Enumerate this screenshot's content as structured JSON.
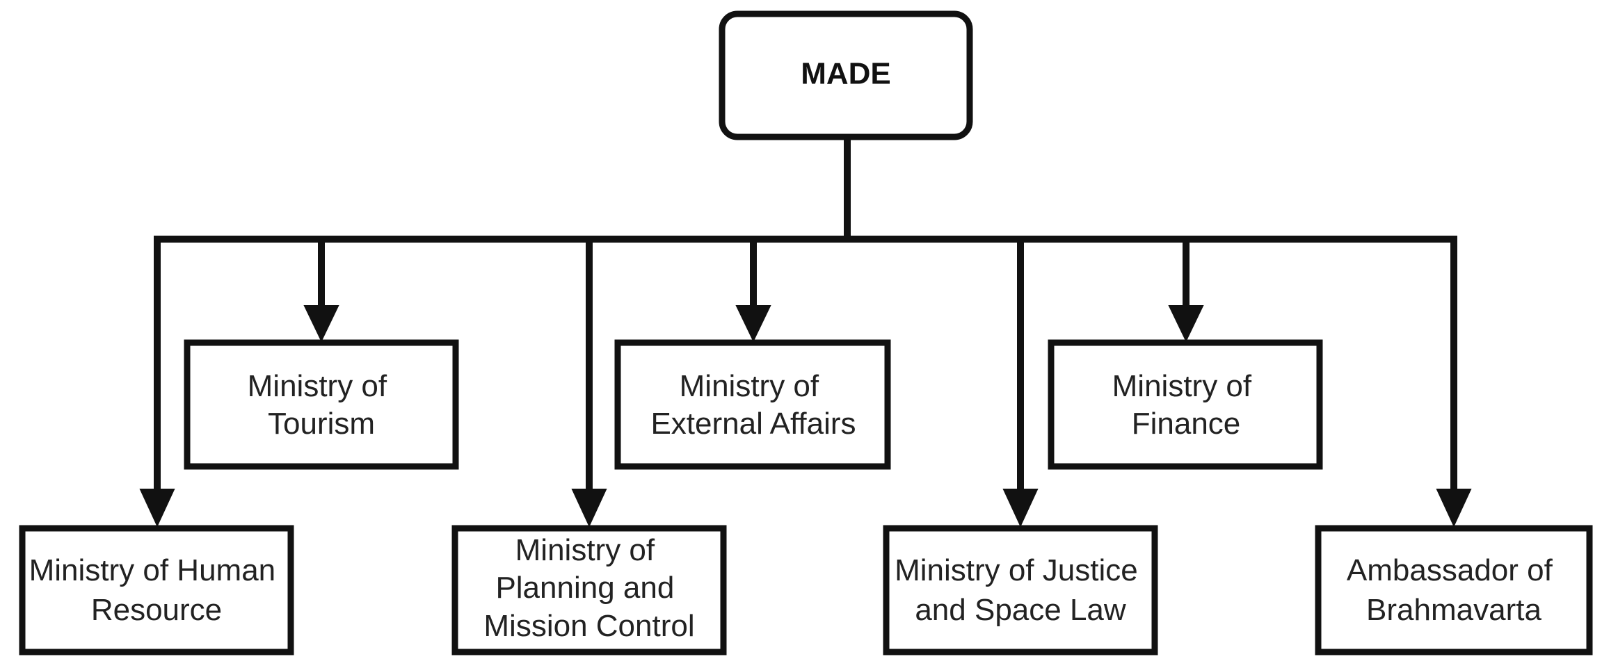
{
  "root": {
    "label": "MADE"
  },
  "upper_row": [
    {
      "id": "tourism",
      "lines": [
        "Ministry of",
        "Tourism"
      ]
    },
    {
      "id": "external-affairs",
      "lines": [
        "Ministry of",
        "External Affairs"
      ]
    },
    {
      "id": "finance",
      "lines": [
        "Ministry of",
        "Finance"
      ]
    }
  ],
  "lower_row": [
    {
      "id": "human-resource",
      "lines": [
        "Ministry of Human",
        "Resource"
      ]
    },
    {
      "id": "planning-mission-control",
      "lines": [
        "Ministry of",
        "Planning and",
        "Mission Control"
      ]
    },
    {
      "id": "justice-space-law",
      "lines": [
        "Ministry of Justice",
        "and Space Law"
      ]
    },
    {
      "id": "ambassador-brahmavarta",
      "lines": [
        "Ambassador of",
        "Brahmavarta"
      ]
    }
  ],
  "colors": {
    "stroke": "#111111",
    "fill": "#ffffff",
    "text": "#222222"
  }
}
